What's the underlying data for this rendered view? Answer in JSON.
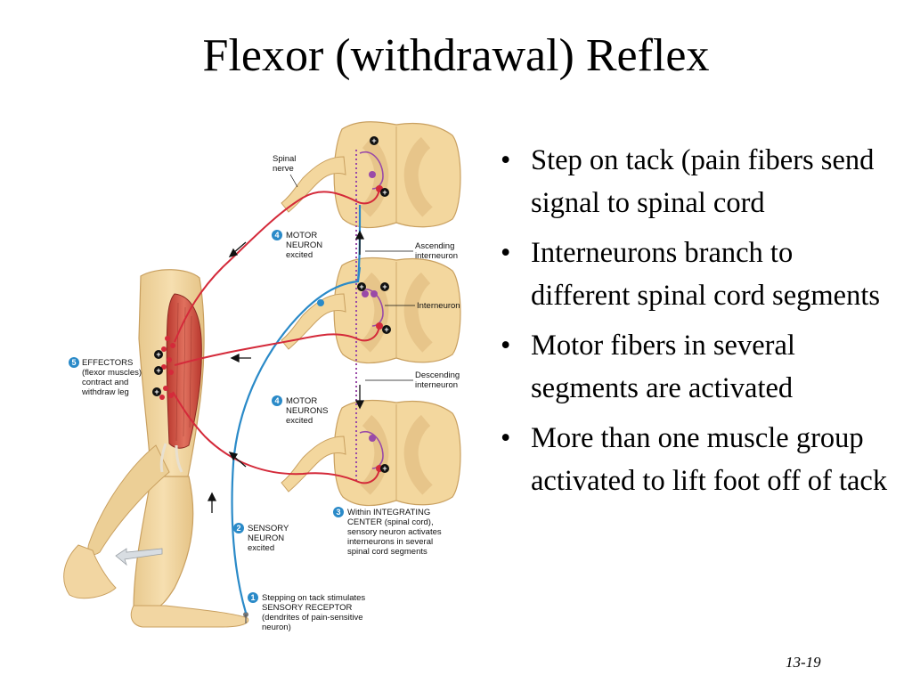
{
  "slide": {
    "title": "Flexor (withdrawal) Reflex",
    "page_number": "13-19"
  },
  "bullets": [
    "Step on tack (pain fibers send signal to spinal cord",
    "Interneurons branch to different spinal cord segments",
    "Motor fibers in several segments are activated",
    "More than one muscle group activated to lift foot off of tack"
  ],
  "diagram": {
    "labels": {
      "spinal_nerve": [
        "Spinal",
        "nerve"
      ],
      "motor_neuron_excited": [
        "MOTOR",
        "NEURON",
        "excited"
      ],
      "ascending_interneuron": [
        "Ascending",
        "interneuron"
      ],
      "interneuron": "Interneuron",
      "effectors": [
        "EFFECTORS",
        "(flexor muscles)",
        "contract and",
        "withdraw leg"
      ],
      "descending_interneuron": [
        "Descending",
        "interneuron"
      ],
      "motor_neurons_excited": [
        "MOTOR",
        "NEURONS",
        "excited"
      ],
      "integrating_center": [
        "Within INTEGRATING",
        "CENTER (spinal cord),",
        "sensory neuron activates",
        "interneurons in several",
        "spinal cord segments"
      ],
      "sensory_neuron_excited": [
        "SENSORY",
        "NEURON",
        "excited"
      ],
      "sensory_receptor": [
        "Stepping on tack stimulates",
        "SENSORY RECEPTOR",
        "(dendrites of pain-sensitive",
        "neuron)"
      ]
    },
    "step_numbers": [
      "1",
      "2",
      "3",
      "4",
      "4",
      "5"
    ],
    "synapse_signs": [
      "+",
      "+",
      "+",
      "+",
      "+",
      "+",
      "+",
      "+",
      "+"
    ],
    "colors": {
      "sensory": "#2a8ac8",
      "motor": "#d42a3a",
      "interneuron": "#9a4aa8",
      "tissue": "#f3d79e",
      "tissue_stroke": "#c9a060",
      "step_badge": "#2a8ac8",
      "muscle": "#cc4a3c"
    }
  }
}
